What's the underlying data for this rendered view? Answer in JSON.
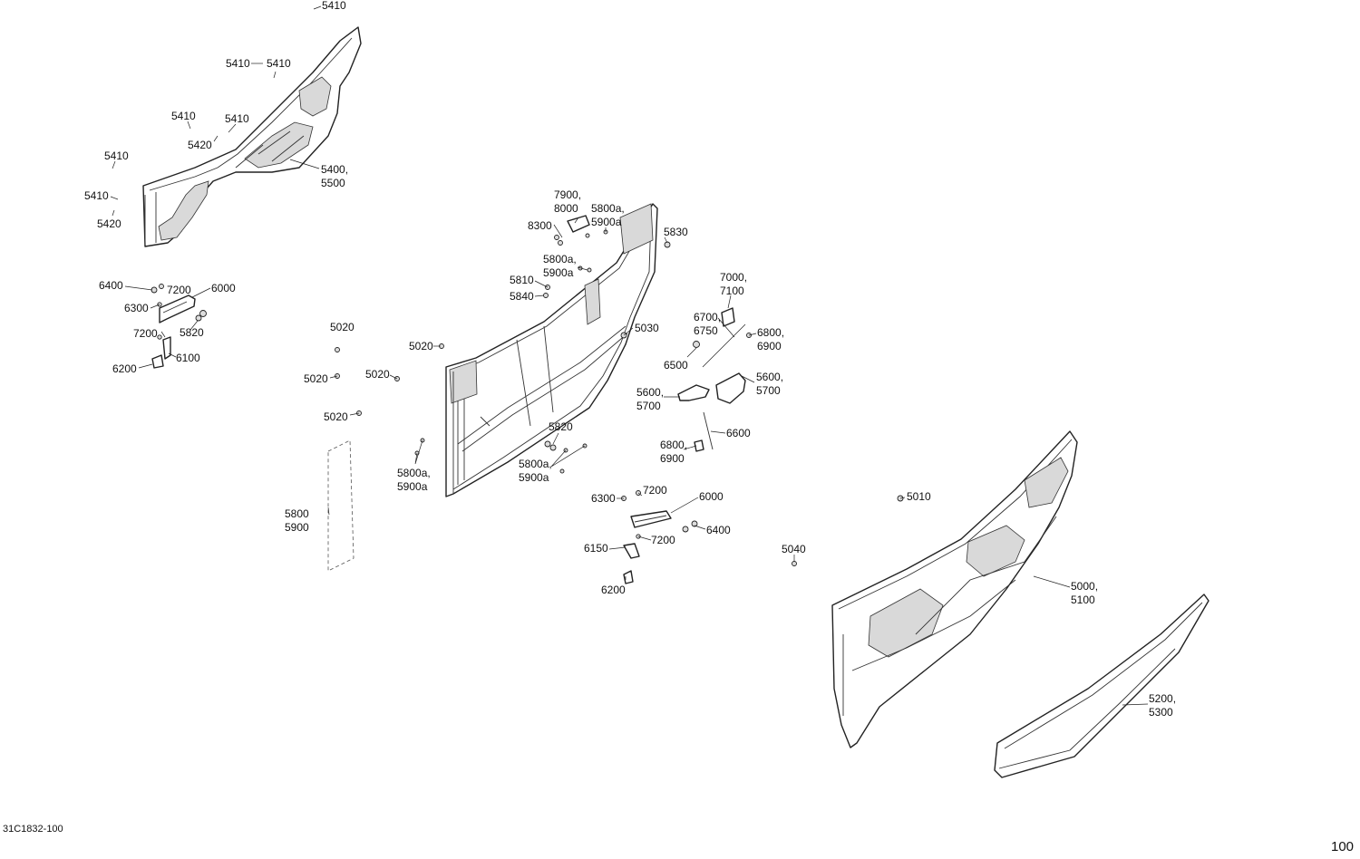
{
  "drawing_code": "31C1832-100",
  "page_number": "100",
  "callouts": {
    "c5410_top": "5410",
    "c5410_a": "5410",
    "c5410_b": "5410",
    "c5410_c": "5410",
    "c5410_d": "5410",
    "c5410_e": "5410",
    "c5410_f": "5410",
    "c5420_a": "5420",
    "c5420_b": "5420",
    "c5400": "5400,",
    "c5500": "5500",
    "c6400_a": "6400",
    "c7200_a": "7200",
    "c6000_a": "6000",
    "c6300_a": "6300",
    "c5820_a": "5820",
    "c7200_b": "7200",
    "c6100": "6100",
    "c6200_a": "6200",
    "c5020_a": "5020",
    "c5020_b": "5020",
    "c5020_c": "5020",
    "c5020_d": "5020",
    "c5020_e": "5020",
    "c5800": "5800",
    "c5900": "5900",
    "c7900": "7900,",
    "c8000": "8000",
    "c5800a_top": "5800a,",
    "c5900a_top": "5900a",
    "c8300": "8300",
    "c5830": "5830",
    "c5800a_mid": "5800a,",
    "c5900a_mid": "5900a",
    "c5810": "5810",
    "c5840": "5840",
    "c5030": "5030",
    "c5820_b": "5820",
    "c5800a_low": "5800a,",
    "c5900a_low": "5900a",
    "c5800a_bot": "5800a,",
    "c5900a_bot": "5900a",
    "c7000": "7000,",
    "c7100": "7100",
    "c6700": "6700,",
    "c6750": "6750",
    "c6800_a": "6800,",
    "c6900_a": "6900",
    "c6500": "6500",
    "c5600_a": "5600,",
    "c5700_a": "5700",
    "c5600_b": "5600,",
    "c5700_b": "5700",
    "c6600": "6600",
    "c6800_b": "6800,",
    "c6900_b": "6900",
    "c6300_b": "6300",
    "c7200_c": "7200",
    "c6000_b": "6000",
    "c6400_b": "6400",
    "c7200_d": "7200",
    "c6150": "6150",
    "c6200_b": "6200",
    "c5040": "5040",
    "c5010": "5010",
    "c5000": "5000,",
    "c5100": "5100",
    "c5200": "5200,",
    "c5300": "5300"
  }
}
